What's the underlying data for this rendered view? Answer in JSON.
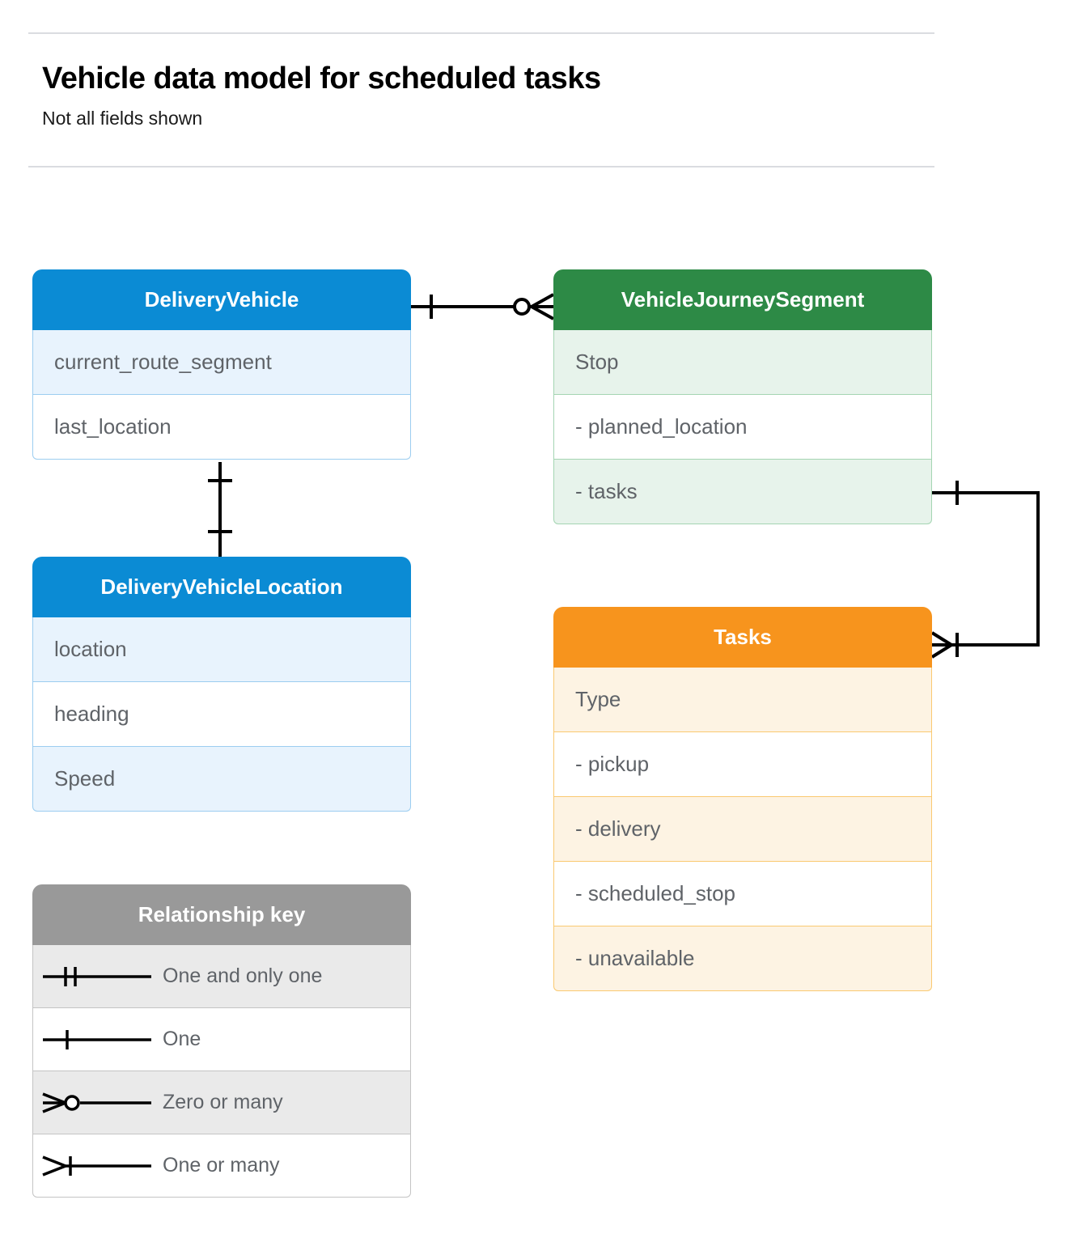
{
  "header": {
    "title": "Vehicle data model for scheduled tasks",
    "subtitle": "Not all fields shown"
  },
  "colors": {
    "blue": "#0b8bd4",
    "blue_row": "#e8f3fd",
    "blue_border": "#9ccdf0",
    "green": "#2d8a46",
    "green_row": "#e7f3eb",
    "green_border": "#a4d5b2",
    "orange": "#f7941d",
    "orange_row": "#fdf3e3",
    "orange_border": "#fac971",
    "gray": "#999999",
    "gray_row": "#eaeaea",
    "text": "#5f6368",
    "line": "#000000",
    "rule": "#dadce0"
  },
  "entities": [
    {
      "id": "DeliveryVehicle",
      "title": "DeliveryVehicle",
      "color": "blue",
      "rows": [
        {
          "label": "current_route_segment"
        },
        {
          "label": "last_location"
        }
      ]
    },
    {
      "id": "VehicleJourneySegment",
      "title": "VehicleJourneySegment",
      "color": "green",
      "rows": [
        {
          "label": "Stop"
        },
        {
          "label": "-  planned_location"
        },
        {
          "label": "- tasks"
        }
      ]
    },
    {
      "id": "DeliveryVehicleLocation",
      "title": "DeliveryVehicleLocation",
      "color": "blue",
      "rows": [
        {
          "label": "location"
        },
        {
          "label": "heading"
        },
        {
          "label": "Speed"
        }
      ]
    },
    {
      "id": "Tasks",
      "title": "Tasks",
      "color": "orange",
      "rows": [
        {
          "label": "Type"
        },
        {
          "label": "-  pickup"
        },
        {
          "label": "-  delivery"
        },
        {
          "label": "-  scheduled_stop"
        },
        {
          "label": "-  unavailable"
        }
      ]
    }
  ],
  "legend": {
    "title": "Relationship key",
    "items": [
      {
        "symbol": "one-and-only-one-symbol",
        "label": "One and only one"
      },
      {
        "symbol": "one-symbol",
        "label": "One"
      },
      {
        "symbol": "zero-or-many-symbol",
        "label": "Zero or many"
      },
      {
        "symbol": "one-or-many-symbol",
        "label": "One or many"
      }
    ]
  },
  "relationships": [
    {
      "name": "deliveryvehicle-to-vehiclejourneysegment",
      "from": "DeliveryVehicle",
      "to": "VehicleJourneySegment",
      "from_cardinality": "One",
      "to_cardinality": "Zero or many"
    },
    {
      "name": "deliveryvehicle-to-deliveryvehiclelocation",
      "from": "DeliveryVehicle",
      "to": "DeliveryVehicleLocation",
      "from_cardinality": "One",
      "to_cardinality": "One"
    },
    {
      "name": "vehiclejourneysegment-tasks-to-tasks",
      "from": "VehicleJourneySegment",
      "to": "Tasks",
      "from_cardinality": "One",
      "to_cardinality": "One or many"
    }
  ]
}
